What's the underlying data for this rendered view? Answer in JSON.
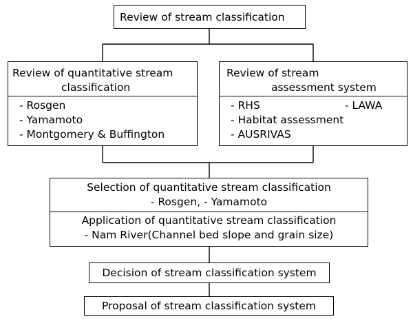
{
  "top": {
    "label": "Review of stream classification"
  },
  "left": {
    "title_line1": "Review of quantitative stream",
    "title_line2": "classification",
    "items": [
      "- Rosgen",
      "- Yamamoto",
      "- Montgomery & Buffington"
    ]
  },
  "right": {
    "title_line1": "Review of stream",
    "title_line2": "assessment system",
    "items": [
      "- RHS",
      "- LAWA",
      "- Habitat assessment",
      "- AUSRIVAS"
    ]
  },
  "selection": {
    "line1": "Selection of quantitative  stream classification",
    "line2": "- Rosgen, - Yamamoto"
  },
  "application": {
    "line1": "Application of quantitative  stream classification",
    "line2": "- Nam River(Channel bed slope and grain size)"
  },
  "decision": {
    "label": "Decision of stream classification system"
  },
  "proposal": {
    "label": "Proposal of stream classification system"
  }
}
